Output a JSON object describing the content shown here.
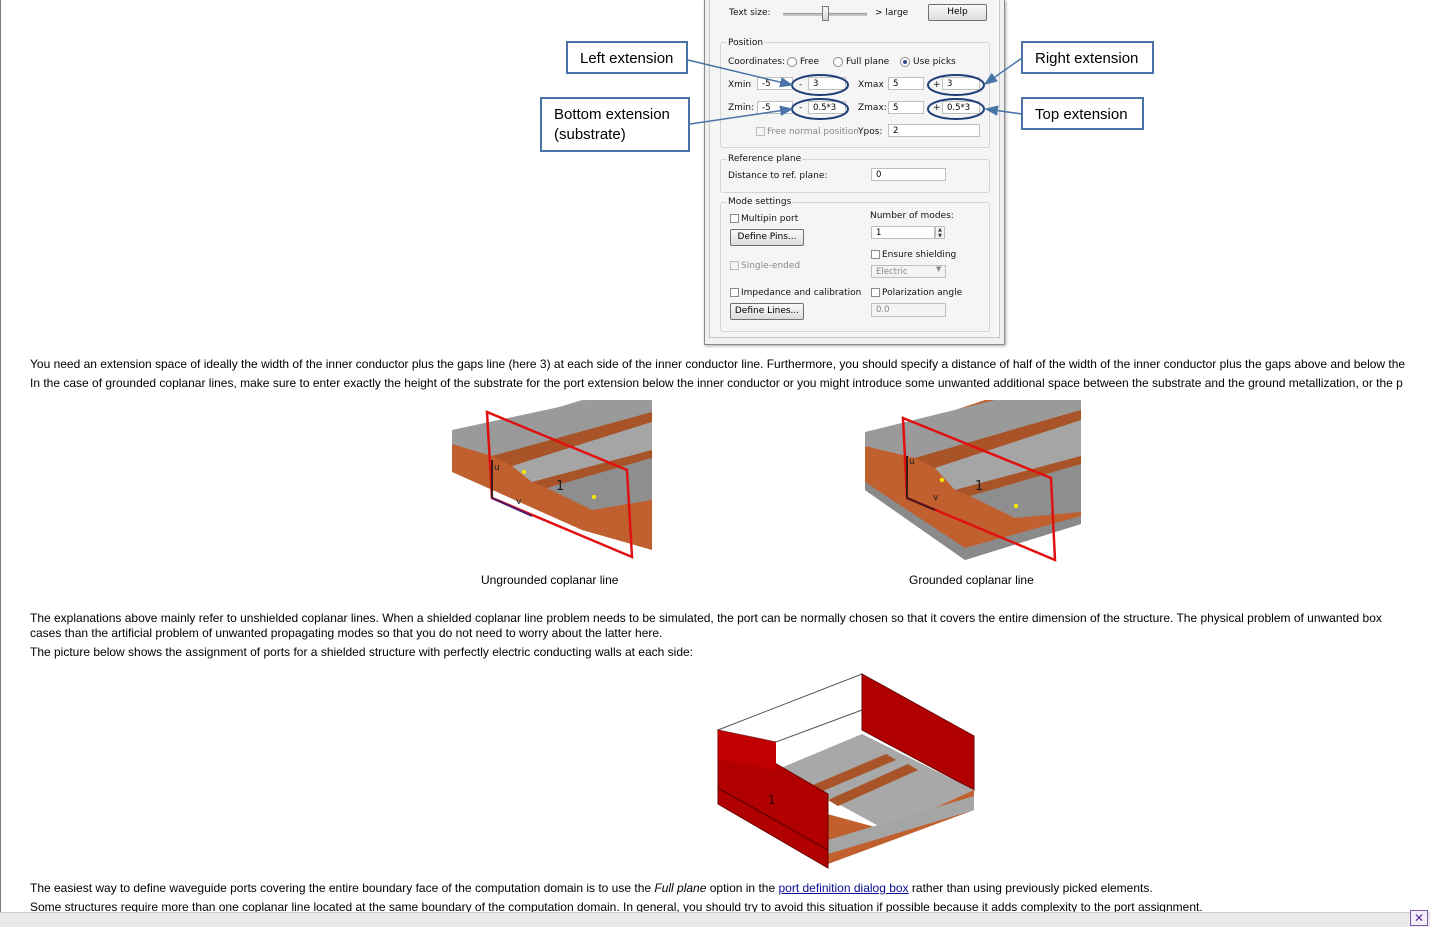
{
  "dialog": {
    "text_size_label": "Text size:",
    "text_size_max": "> large",
    "help_button": "Help",
    "position_group": "Position",
    "coordinates_label": "Coordinates:",
    "coord_free": "Free",
    "coord_full_plane": "Full plane",
    "coord_use_picks": "Use picks",
    "xmin_label": "Xmin",
    "xmin_value": "-5",
    "xmin_ext_sign": "-",
    "xmin_ext_value": "3",
    "xmax_label": "Xmax",
    "xmax_value": "5",
    "xmax_ext_sign": "+",
    "xmax_ext_value": "3",
    "zmin_label": "Zmin:",
    "zmin_value": "-5",
    "zmin_ext_sign": "-",
    "zmin_ext_value": "0.5*3",
    "zmax_label": "Zmax:",
    "zmax_value": "5",
    "zmax_ext_sign": "+",
    "zmax_ext_value": "0.5*3",
    "free_normal_label": "Free normal position",
    "ypos_label": "Ypos:",
    "ypos_value": "2",
    "ref_group": "Reference plane",
    "ref_distance_label": "Distance to ref. plane:",
    "ref_distance_value": "0",
    "mode_group": "Mode settings",
    "multipin_label": "Multipin port",
    "define_pins_button": "Define Pins...",
    "num_modes_label": "Number of modes:",
    "num_modes_value": "1",
    "ensure_shielding_label": "Ensure shielding",
    "single_ended_label": "Single-ended",
    "electric_select": "Electric",
    "impedance_label": "Impedance and calibration",
    "polarization_label": "Polarization angle",
    "define_lines_button": "Define Lines...",
    "polarization_value": "0.0"
  },
  "callouts": {
    "left": "Left extension",
    "right": "Right extension",
    "bottom_line1": "Bottom extension",
    "bottom_line2": "(substrate)",
    "top": "Top extension"
  },
  "colors": {
    "callout_border": "#4a74a8",
    "ellipse": "#1f3f7a",
    "port_frame": "#e01010",
    "substrate": "#c0602f",
    "metal": "#9a9a9a",
    "wall": "#b00000"
  },
  "body": {
    "para1": "You need an extension space of ideally the width of the inner conductor plus the gaps line (here 3) at each side of the inner conductor line. Furthermore, you should specify a distance of half of the width of the inner conductor plus the gaps above and below the",
    "para2": "In the case of grounded coplanar lines, make sure to enter exactly the height of the substrate for the port extension below the inner conductor or you might introduce some unwanted additional space between the substrate and the ground metallization, or the p",
    "caption_left": "Ungrounded coplanar line",
    "caption_right": "Grounded coplanar line",
    "fig_port_label": "1",
    "fig_u": "u",
    "fig_v": "v",
    "para3a": "The explanations above mainly refer to unshielded coplanar lines. When a shielded coplanar line problem needs to be simulated, the port can be normally chosen so that it covers the entire dimension of the structure. The physical problem of unwanted box",
    "para3b": "cases than the artificial problem of unwanted propagating modes so that you do not need to worry about the latter here.",
    "para4": "The picture below shows the assignment of ports for a shielded structure with perfectly electric conducting walls at each side:",
    "para5_pre": "The easiest way to define waveguide ports covering the entire boundary face of the computation domain is to use the ",
    "para5_em": "Full plane",
    "para5_mid": " option in the ",
    "para5_link": "port definition dialog box",
    "para5_post": " rather than using previously picked elements.",
    "para6": "Some structures require more than one coplanar line located at the same boundary of the computation domain. In general, you should try to avoid this situation if possible because it adds complexity to the port assignment."
  }
}
